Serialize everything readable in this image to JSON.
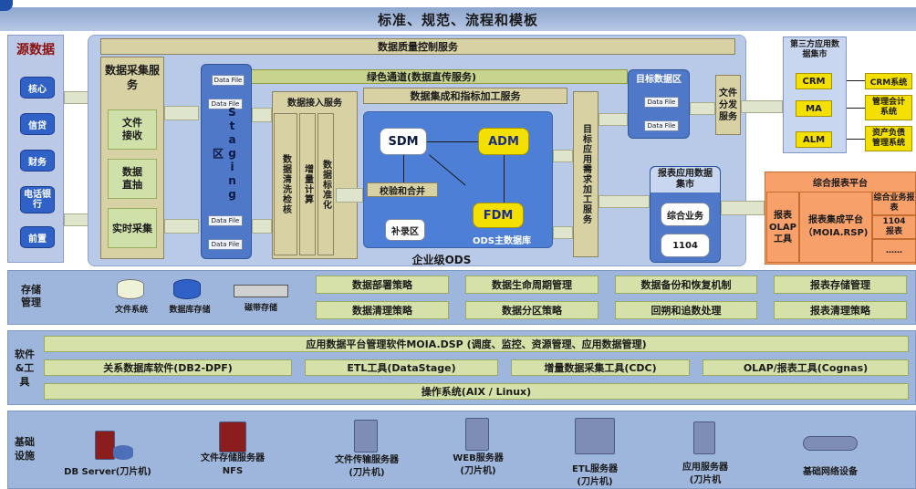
{
  "header": {
    "title": "标准、规范、流程和模板"
  },
  "source": {
    "title": "源数据",
    "items": [
      "核心",
      "信贷",
      "财务",
      "电话银行",
      "前置"
    ]
  },
  "collect": {
    "title": "数据采集服务",
    "items": [
      "文件接收",
      "数据直抽",
      "实时采集"
    ]
  },
  "top_bars": {
    "quality": "数据质量控制服务",
    "green_channel": "绿色通道(数据直传服务)",
    "integration": "数据集成和指标加工服务"
  },
  "staging": {
    "label": "Staging区",
    "file": "Data File"
  },
  "access": {
    "title": "数据接入服务",
    "cols": [
      "数据清洗检核",
      "增量计算",
      "数据标准化"
    ]
  },
  "ods": {
    "sdm": "SDM",
    "adm": "ADM",
    "fdm": "FDM",
    "check": "校验和合并",
    "supplement": "补录区",
    "label": "ODS主数据库",
    "enterprise": "企业级ODS"
  },
  "target_service": "目标应用需求加工服务",
  "target_area": {
    "title": "目标数据区",
    "file": "Data File"
  },
  "distribute": "文件分发服务",
  "third_party": {
    "title": "第三方应用数据集市",
    "items": [
      {
        "name": "CRM",
        "system": "CRM系统"
      },
      {
        "name": "MA",
        "system": "管理会计系统"
      },
      {
        "name": "ALM",
        "system": "资产负债管理系统"
      }
    ]
  },
  "report_mart": {
    "title": "报表应用数据集市",
    "items": [
      "综合业务",
      "1104"
    ]
  },
  "report_platform": {
    "title": "综合报表平台",
    "olap": "报表OLAP工具",
    "moia": "报表集成平台（MOIA.RSP)",
    "right": [
      "综合业务报表",
      "1104报表",
      "……"
    ]
  },
  "storage": {
    "title": "存储管理",
    "icons": [
      "文件系统",
      "数据库存储",
      "磁带存储"
    ],
    "row1": [
      "数据部署策略",
      "数据生命周期管理",
      "数据备份和恢复机制",
      "报表存储管理"
    ],
    "row2": [
      "数据清理策略",
      "数据分区策略",
      "回朔和追数处理",
      "报表清理策略"
    ]
  },
  "software": {
    "title": "软件&工具",
    "top": "应用数据平台管理软件MOIA.DSP (调度、监控、资源管理、应用数据管理)",
    "mid": [
      "关系数据库软件(DB2-DPF)",
      "ETL工具(DataStage)",
      "增量数据采集工具(CDC)",
      "OLAP/报表工具(Cognas)"
    ],
    "bottom": "操作系统(AIX / Linux)"
  },
  "infra": {
    "title": "基础设施",
    "items": [
      {
        "label": "DB Server(刀片机)"
      },
      {
        "label": "文件存储服务器\nNFS"
      },
      {
        "label": "文件传输服务器\n(刀片机)"
      },
      {
        "label": "WEB服务器\n(刀片机)"
      },
      {
        "label": "ETL服务器\n(刀片机)"
      },
      {
        "label": "应用服务器\n(刀片机"
      },
      {
        "label": "基础网络设备"
      }
    ]
  },
  "colors": {
    "band": "#9fb6dc",
    "olive": "#d8d1a4",
    "blue": "#5d88cf",
    "yellow": "#f4e000",
    "orange": "#f7a06a"
  }
}
